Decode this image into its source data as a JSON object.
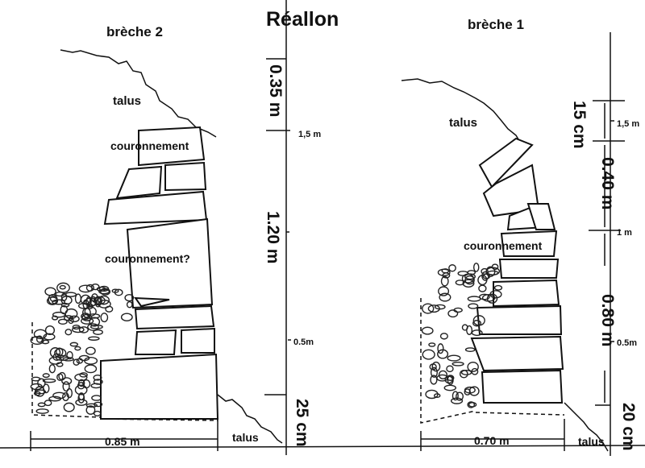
{
  "title": "Réallon",
  "breche2": {
    "title": "brèche 2",
    "talus_top": "talus",
    "couronnement": "couronnement",
    "couronnement_q": "couronnement?",
    "width": "0.85 m",
    "talus_bottom": "talus"
  },
  "breche1": {
    "title": "brèche 1",
    "talus_top": "talus",
    "couronnement": "couronnement",
    "width": "0.70 m",
    "talus_bottom": "talus"
  },
  "scale_left": {
    "dim_top": "0.35 m",
    "dim_mid": "1.20 m",
    "dim_bottom": "25 cm",
    "tick_15": "1,5 m",
    "tick_05": "0.5m"
  },
  "scale_right": {
    "dim_top": "15 cm",
    "dim_mid1": "0.40 m",
    "dim_mid2": "0.80 m",
    "dim_bottom": "20 cm",
    "tick_15": "1,5 m",
    "tick_1": "1 m",
    "tick_05": "0.5m"
  }
}
